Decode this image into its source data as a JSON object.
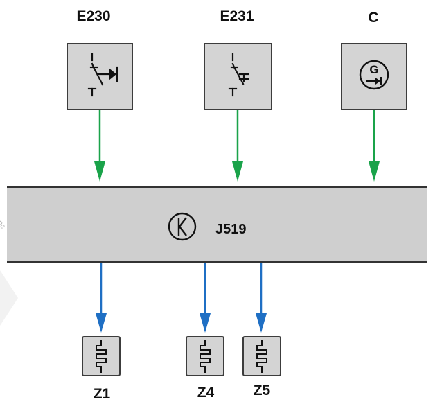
{
  "inputs": [
    {
      "code": "E230",
      "icon": "button-switch-with-led-icon"
    },
    {
      "code": "E231",
      "icon": "button-switch-icon"
    },
    {
      "code": "C",
      "icon": "generator-icon",
      "symbol": "G"
    }
  ],
  "control_unit": {
    "code": "J519",
    "icon": "control-unit-k-icon",
    "symbol": "K"
  },
  "outputs": [
    {
      "code": "Z1",
      "icon": "heating-element-icon"
    },
    {
      "code": "Z4",
      "icon": "heating-element-icon"
    },
    {
      "code": "Z5",
      "icon": "heating-element-icon"
    }
  ],
  "colors": {
    "input_arrow": "#1aa34a",
    "output_arrow": "#1f6fc4",
    "box_fill": "#d4d4d4",
    "bar_fill": "#cfcfcf"
  }
}
